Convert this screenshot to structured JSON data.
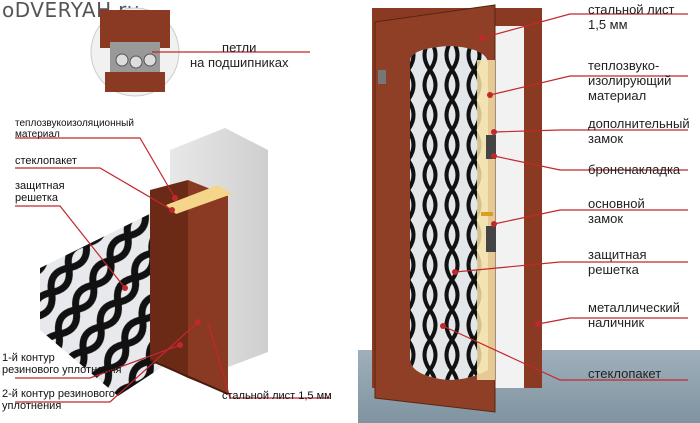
{
  "watermark": "oDVERYAH.ru",
  "labels_left": {
    "hinges": "петли\nна подшипниках",
    "insulation": "теплозвукоизоляционный\nматериал",
    "glass": "стеклопакет",
    "grille": "защитная\nрешетка",
    "seal1": "1-й контур\nрезинового уплотнения",
    "seal2": "2-й контур резинового\nуплотнения",
    "steel": "стальной лист 1,5 мм"
  },
  "labels_right": {
    "steel": "стальной лист\n1,5 мм",
    "insulation": "теплозвуко-\nизолирующий\nматериал",
    "extra_lock": "дополнительный\nзамок",
    "armor": "броненакладка",
    "main_lock": "основной\nзамок",
    "grille": "защитная\nрешетка",
    "trim": "металлический\nналичник",
    "glass": "стеклопакет"
  },
  "colors": {
    "door": "#8a3a22",
    "door_dark": "#6b2a16",
    "leader": "#c2272d",
    "grille": "#111111",
    "glass": "#e4e7ea"
  }
}
